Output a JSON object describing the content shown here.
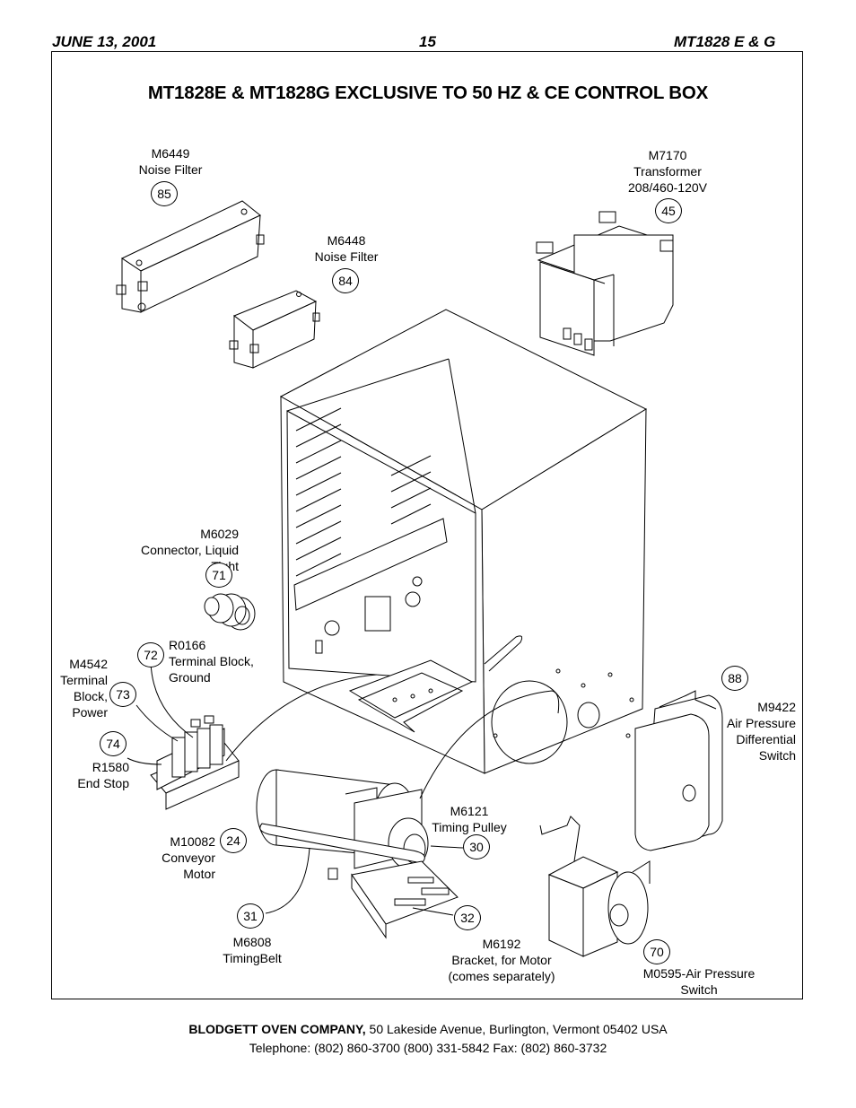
{
  "header": {
    "date": "JUNE 13, 2001",
    "page": "15",
    "model": "MT1828 E & G"
  },
  "title": "MT1828E & MT1828G EXCLUSIVE TO 50 HZ & CE CONTROL BOX",
  "parts": [
    {
      "num": "85",
      "text": "M6449\nNoise Filter"
    },
    {
      "num": "84",
      "text": "M6448\nNoise Filter"
    },
    {
      "num": "45",
      "text": "M7170\nTransformer\n208/460-120V"
    },
    {
      "num": "71",
      "text": "M6029\nConnector, Liquid\nTight"
    },
    {
      "num": "72",
      "text": "R0166\nTerminal Block,\nGround"
    },
    {
      "num": "73",
      "text": "M4542\nTerminal\nBlock,\nPower"
    },
    {
      "num": "74",
      "text": "R1580\nEnd Stop"
    },
    {
      "num": "88",
      "text": "M9422\nAir Pressure\nDifferential\nSwitch"
    },
    {
      "num": "24",
      "text": "M10082\nConveyor\nMotor"
    },
    {
      "num": "30",
      "text": "M6121\nTiming Pulley"
    },
    {
      "num": "31",
      "text": "M6808\nTimingBelt"
    },
    {
      "num": "32",
      "text": "M6192\nBracket, for Motor\n(comes separately)"
    },
    {
      "num": "70",
      "text": "M0595-Air Pressure\nSwitch"
    }
  ],
  "footer": {
    "company": "BLODGETT OVEN COMPANY,",
    "address": " 50 Lakeside Avenue, Burlington, Vermont 05402 USA",
    "phone": "Telephone: (802) 860-3700  (800) 331-5842  Fax: (802) 860-3732"
  }
}
